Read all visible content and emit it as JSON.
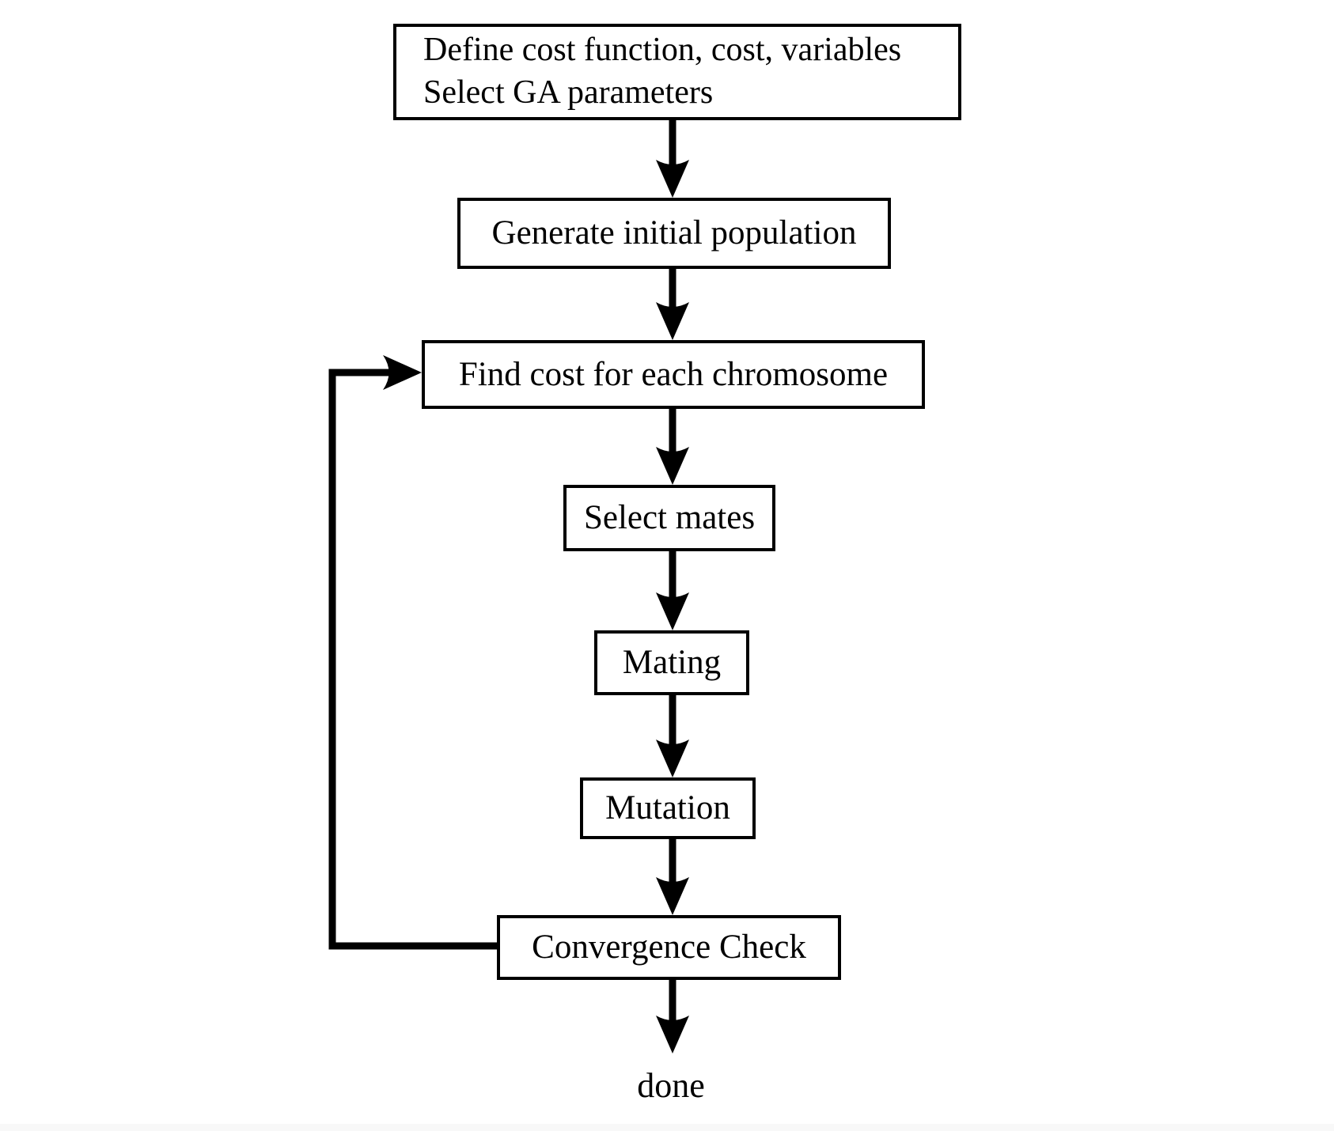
{
  "diagram": {
    "type": "flowchart",
    "subject": "genetic-algorithm-flow",
    "nodes": {
      "define": {
        "line1": "Define cost function, cost, variables",
        "line2": "Select GA parameters"
      },
      "generate": {
        "label": "Generate initial population"
      },
      "find_cost": {
        "label": "Find cost for each chromosome"
      },
      "select_mates": {
        "label": "Select mates"
      },
      "mating": {
        "label": "Mating"
      },
      "mutation": {
        "label": "Mutation"
      },
      "convergence": {
        "label": "Convergence Check"
      },
      "done": {
        "label": "done"
      }
    },
    "edges": [
      "define -> generate",
      "generate -> find_cost",
      "find_cost -> select_mates",
      "select_mates -> mating",
      "mating -> mutation",
      "mutation -> convergence",
      "convergence -> done",
      "convergence -> find_cost (feedback loop)"
    ],
    "colors": {
      "line": "#000000",
      "box_border": "#000000",
      "box_fill": "#ffffff",
      "text": "#000000",
      "background": "#ffffff",
      "footer_strip": "#f8f8f8"
    }
  }
}
